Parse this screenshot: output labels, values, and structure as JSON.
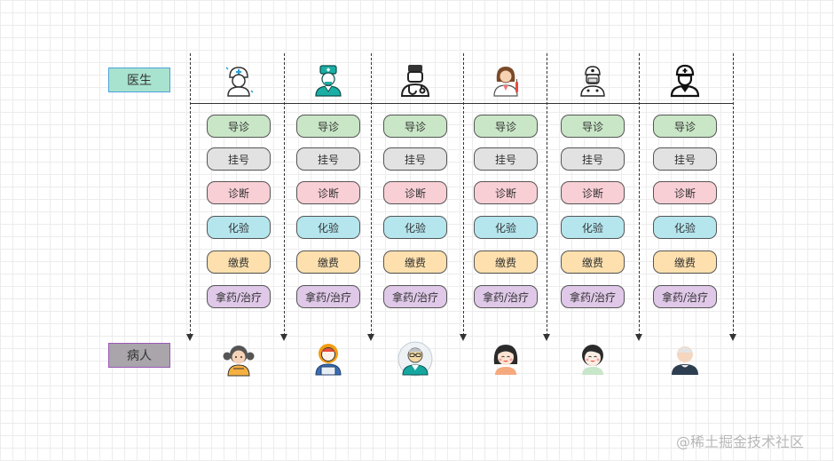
{
  "labels": {
    "doctor": "医生",
    "patient": "病人"
  },
  "steps": [
    {
      "label": "导诊",
      "color": "#c9e6c6"
    },
    {
      "label": "挂号",
      "color": "#e2e2e2"
    },
    {
      "label": "诊断",
      "color": "#f9cfd6"
    },
    {
      "label": "化验",
      "color": "#b5e6ee"
    },
    {
      "label": "缴费",
      "color": "#fde0ae"
    },
    {
      "label": "拿药/治疗",
      "color": "#dfc8e8"
    }
  ],
  "columns": [
    {
      "doctor_icon": "nurse-icon",
      "patient_icon": "girl-pigtails-icon"
    },
    {
      "doctor_icon": "doctor-teal-icon",
      "patient_icon": "woman-laptop-icon"
    },
    {
      "doctor_icon": "doctor-stethoscope-icon",
      "patient_icon": "old-man-glasses-icon"
    },
    {
      "doctor_icon": "female-doctor-icon",
      "patient_icon": "girl-smiling-icon"
    },
    {
      "doctor_icon": "surgeon-icon",
      "patient_icon": "boy-smiling-icon"
    },
    {
      "doctor_icon": "doctor-outline-icon",
      "patient_icon": "elderly-person-icon"
    }
  ],
  "watermark": "@稀土掘金技术社区"
}
